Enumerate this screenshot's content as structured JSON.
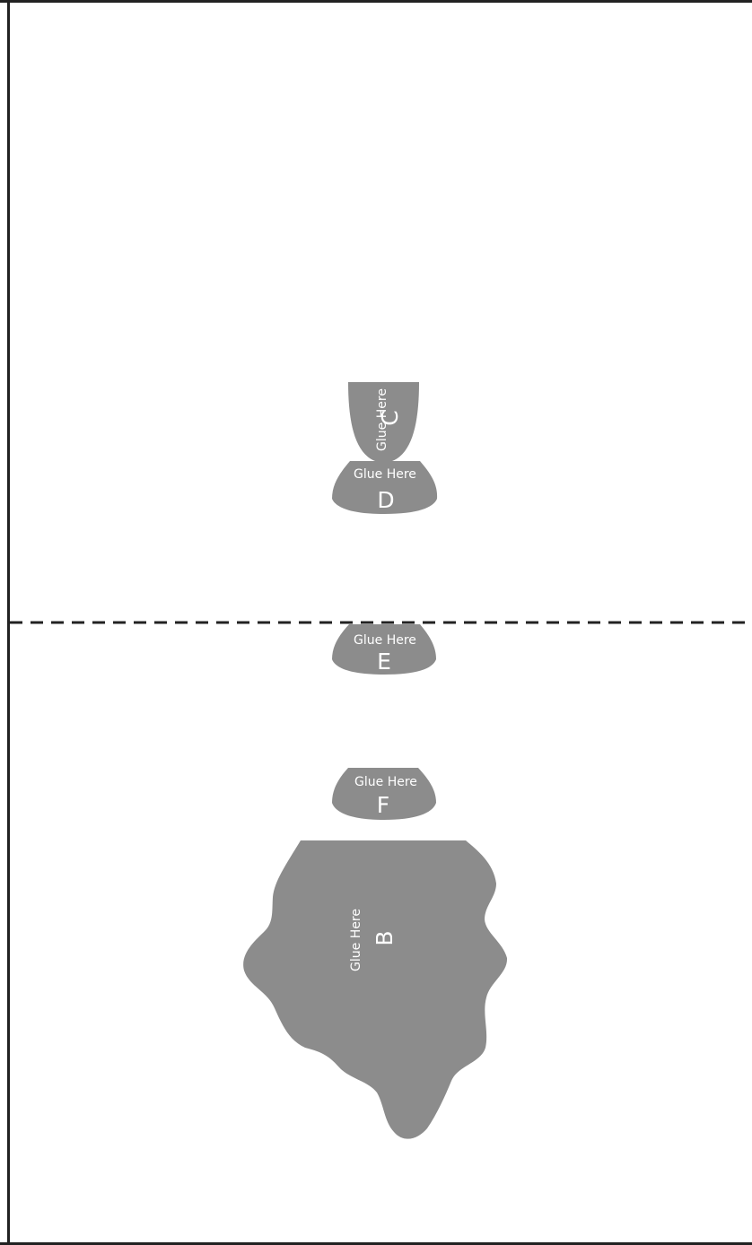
{
  "colors": {
    "paper": "#ffffff",
    "border": "#222222",
    "fold_line": "#222222",
    "tab_fill": "#8c8c8c",
    "tab_text": "#ffffff"
  },
  "tabs": {
    "c": {
      "glue_label": "Glue Here",
      "letter": "C"
    },
    "d": {
      "glue_label": "Glue Here",
      "letter": "D"
    },
    "e": {
      "glue_label": "Glue Here",
      "letter": "E"
    },
    "f": {
      "glue_label": "Glue Here",
      "letter": "F"
    },
    "b": {
      "glue_label": "Glue Here",
      "letter": "B"
    }
  }
}
